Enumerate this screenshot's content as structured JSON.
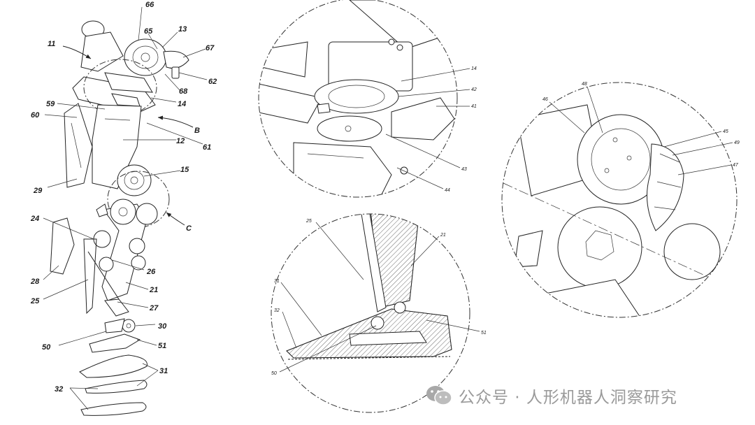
{
  "figure_left": {
    "labels": [
      "66",
      "65",
      "13",
      "67",
      "62",
      "68",
      "11",
      "14",
      "59",
      "60",
      "B",
      "61",
      "12",
      "15",
      "29",
      "C",
      "24",
      "28",
      "26",
      "25",
      "21",
      "27",
      "30",
      "50",
      "51",
      "31",
      "32"
    ]
  },
  "figure_detail_b": {
    "labels": [
      "14",
      "42",
      "41",
      "43",
      "44"
    ]
  },
  "figure_detail_c": {
    "labels": [
      "48",
      "46",
      "45",
      "49",
      "47"
    ]
  },
  "figure_detail_foot": {
    "labels": [
      "25",
      "21",
      "31",
      "32",
      "51",
      "50"
    ]
  },
  "watermark": {
    "icon": "wechat-icon",
    "text": "公众号 · 人形机器人洞察研究"
  }
}
